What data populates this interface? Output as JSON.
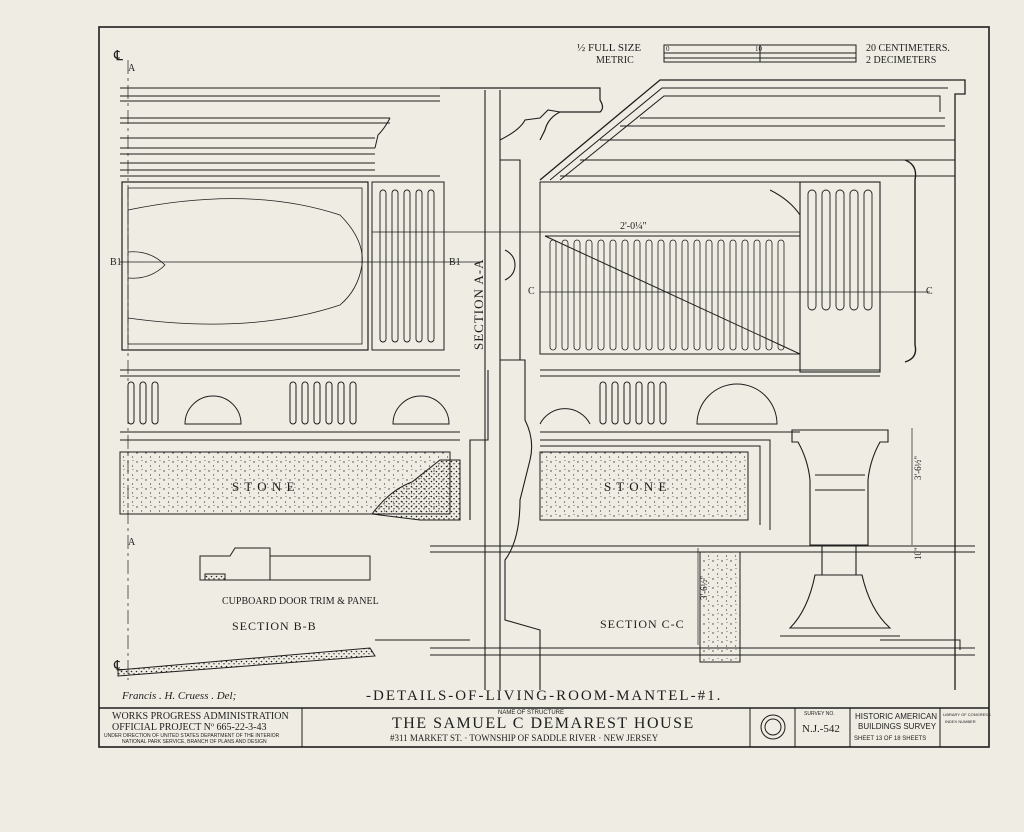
{
  "scale": {
    "half_full_size": "½ FULL SIZE",
    "metric": "METRIC",
    "centimeters": "20 CENTIMETERS.",
    "decimeters": "2 DECIMETERS",
    "tick_0": "0",
    "tick_10": "10"
  },
  "drawing": {
    "section_a_a": "SECTION A-A",
    "section_b_b": "SECTION B-B",
    "section_c_c": "SECTION C-C",
    "stone_left": "S T O N E",
    "stone_right": "S T O N E",
    "cupboard_caption": "CUPBOARD DOOR TRIM & PANEL",
    "marker_a_top": "A",
    "marker_a_mid": "A",
    "marker_b1_left": "B1",
    "marker_b1_right": "B1",
    "marker_c_left": "C",
    "marker_c_right": "C",
    "dim_fan_width": "2'-0¼\"",
    "dim_height_1": "3'-6½\"",
    "dim_height_2": "10\"",
    "dim_height_3": "3'-6½\"",
    "centerline": "℄",
    "delineator": "Francis . H. Cruess . Del;",
    "title": "-DETAILS-OF-LIVING-ROOM-MANTEL-#1."
  },
  "title_block": {
    "wpa_line1": "WORKS PROGRESS ADMINISTRATION",
    "wpa_line2": "OFFICIAL PROJECT Nº 665-22-3-43",
    "wpa_line3": "UNDER DIRECTION OF UNITED STATES DEPARTMENT OF THE INTERIOR",
    "wpa_line4": "NATIONAL PARK SERVICE, BRANCH OF PLANS AND DESIGN",
    "name_label": "NAME OF STRUCTURE",
    "structure_name": "THE SAMUEL C DEMAREST HOUSE",
    "address": "#311 MARKET ST. · TOWNSHIP OF SADDLE RIVER · NEW JERSEY",
    "survey_label": "SURVEY NO.",
    "survey_no": "N.J.-542",
    "habs_line1": "HISTORIC AMERICAN",
    "habs_line2": "BUILDINGS SURVEY",
    "sheet_info": "SHEET 13 OF 18 SHEETS",
    "loc_line1": "LIBRARY OF CONGRESS",
    "loc_line2": "INDEX NUMBER"
  }
}
